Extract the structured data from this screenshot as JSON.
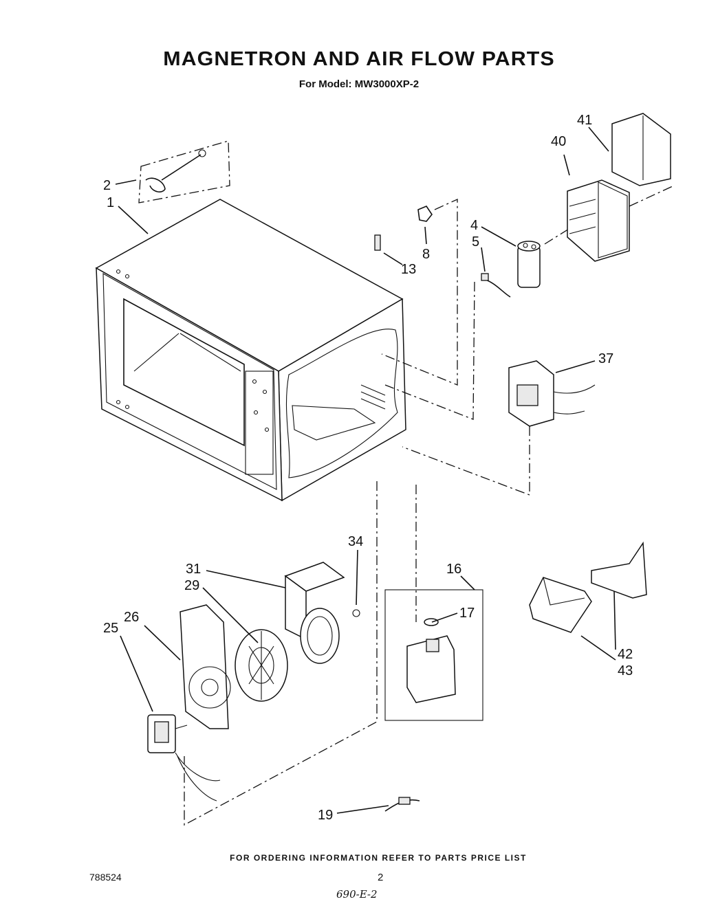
{
  "header": {
    "title": "MAGNETRON AND AIR FLOW PARTS",
    "subtitle": "For Model: MW3000XP-2"
  },
  "parts": {
    "p1": "1",
    "p2": "2",
    "p4": "4",
    "p5": "5",
    "p8": "8",
    "p13": "13",
    "p16": "16",
    "p17": "17",
    "p19": "19",
    "p25": "25",
    "p26": "26",
    "p29": "29",
    "p31": "31",
    "p34": "34",
    "p37": "37",
    "p40": "40",
    "p41": "41",
    "p42": "42",
    "p43": "43"
  },
  "footer": {
    "ordering_note": "FOR ORDERING INFORMATION REFER TO PARTS PRICE LIST",
    "doc_number": "788524",
    "page_number": "2",
    "handwritten_code": "690-E-2"
  }
}
